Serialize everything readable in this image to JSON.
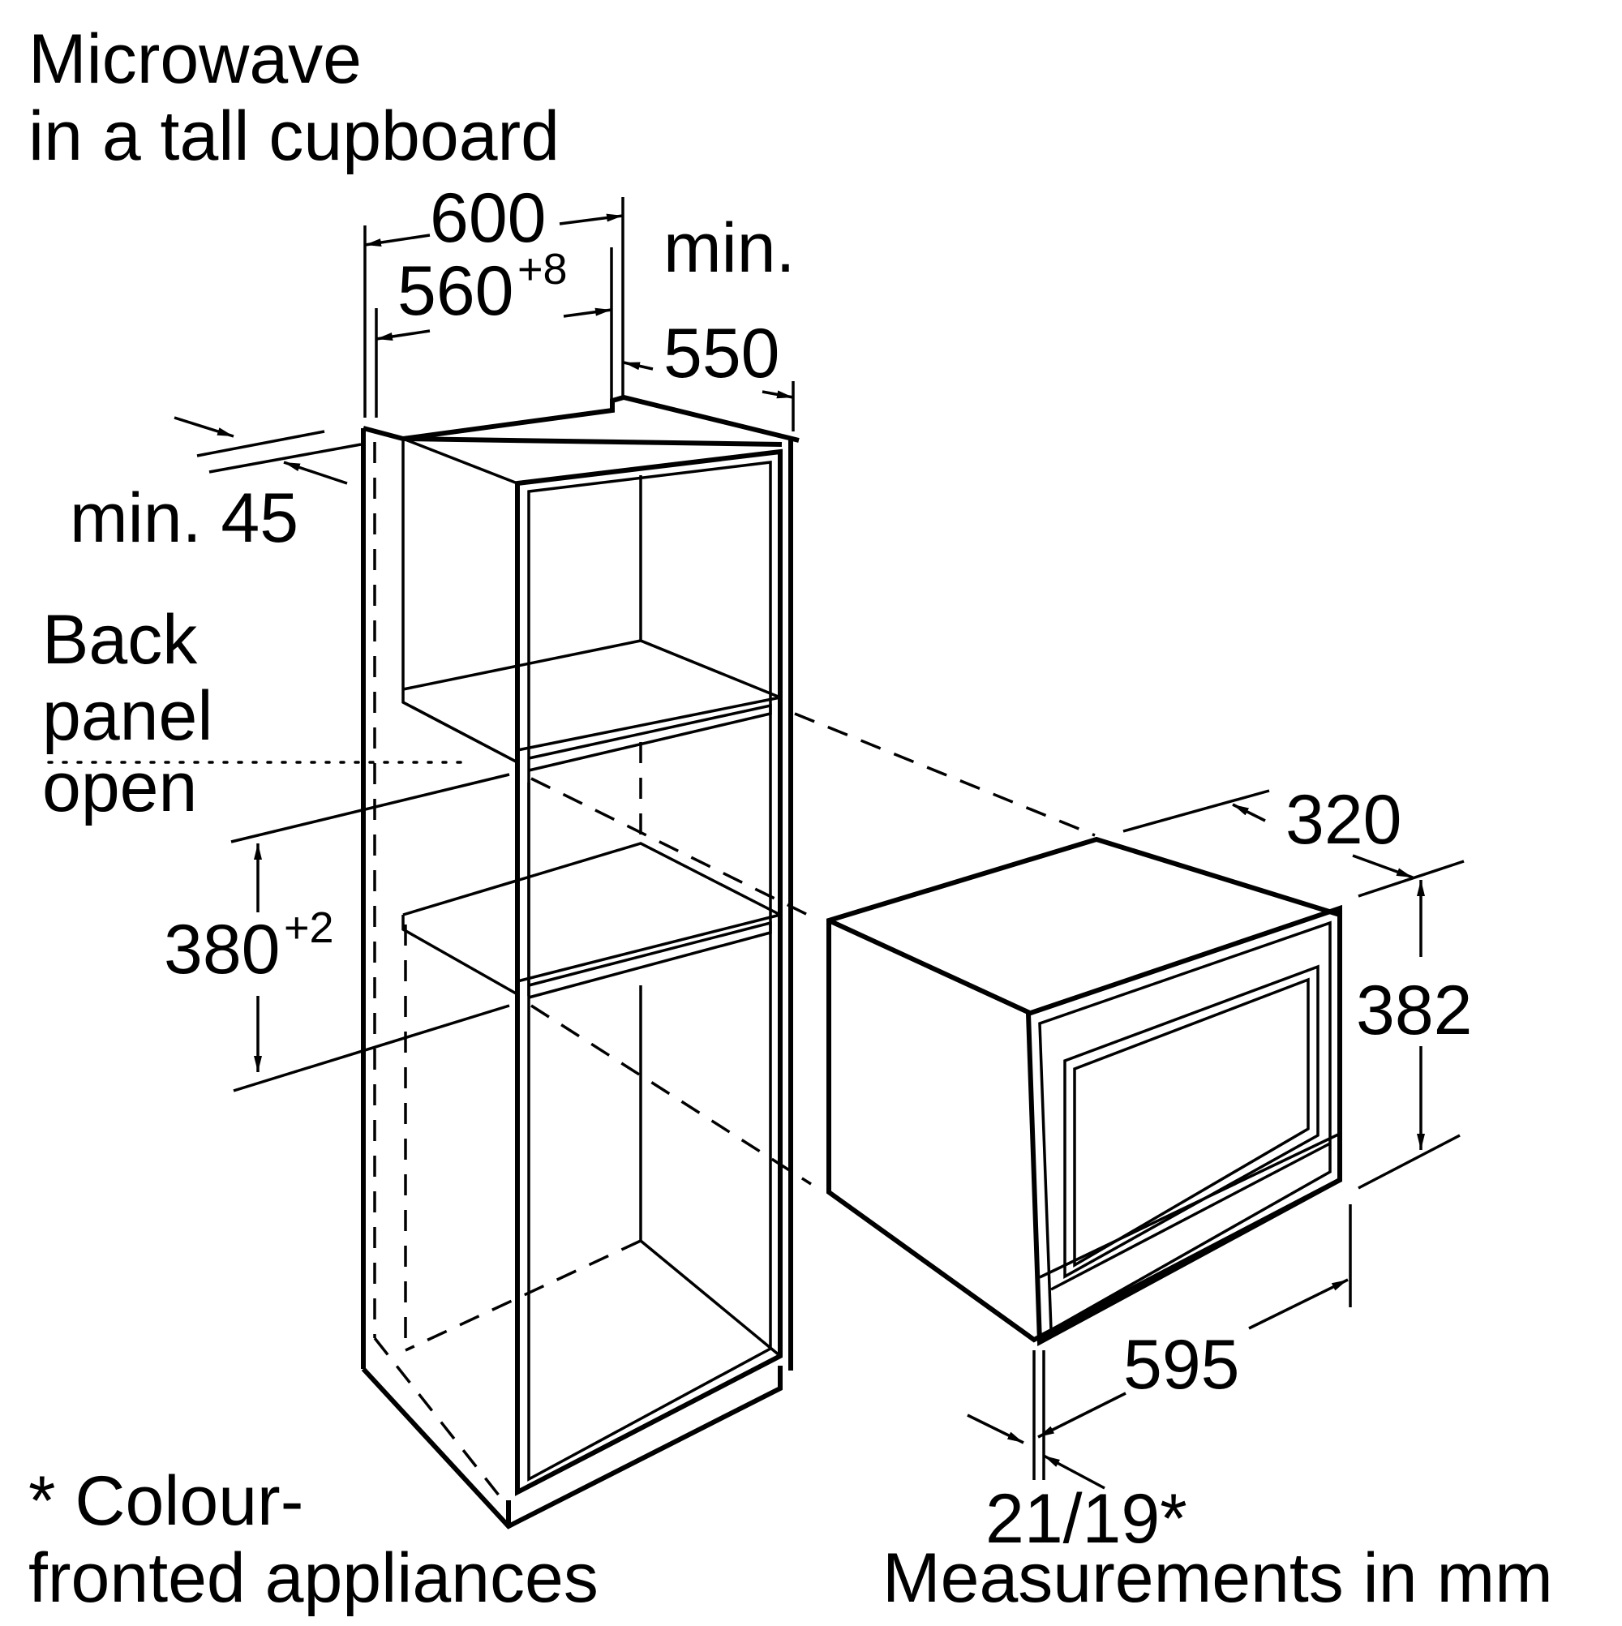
{
  "title": {
    "line1": "Microwave",
    "line2": "in a tall cupboard"
  },
  "dimensions": {
    "width_outer": "600",
    "width_inner": "560",
    "width_inner_tol": "+8",
    "depth_min_label": "min.",
    "depth_min_value": "550",
    "top_min": "min. 45",
    "niche_height": "380",
    "niche_height_tol": "+2",
    "appliance_depth": "320",
    "appliance_height": "382",
    "appliance_width": "595",
    "door_depth": "21/19*"
  },
  "back_panel": {
    "line1": "Back",
    "line2": "panel",
    "line3": "open"
  },
  "footnote": {
    "line1": "* Colour-",
    "line2": "fronted appliances"
  },
  "units_note": "Measurements in mm"
}
